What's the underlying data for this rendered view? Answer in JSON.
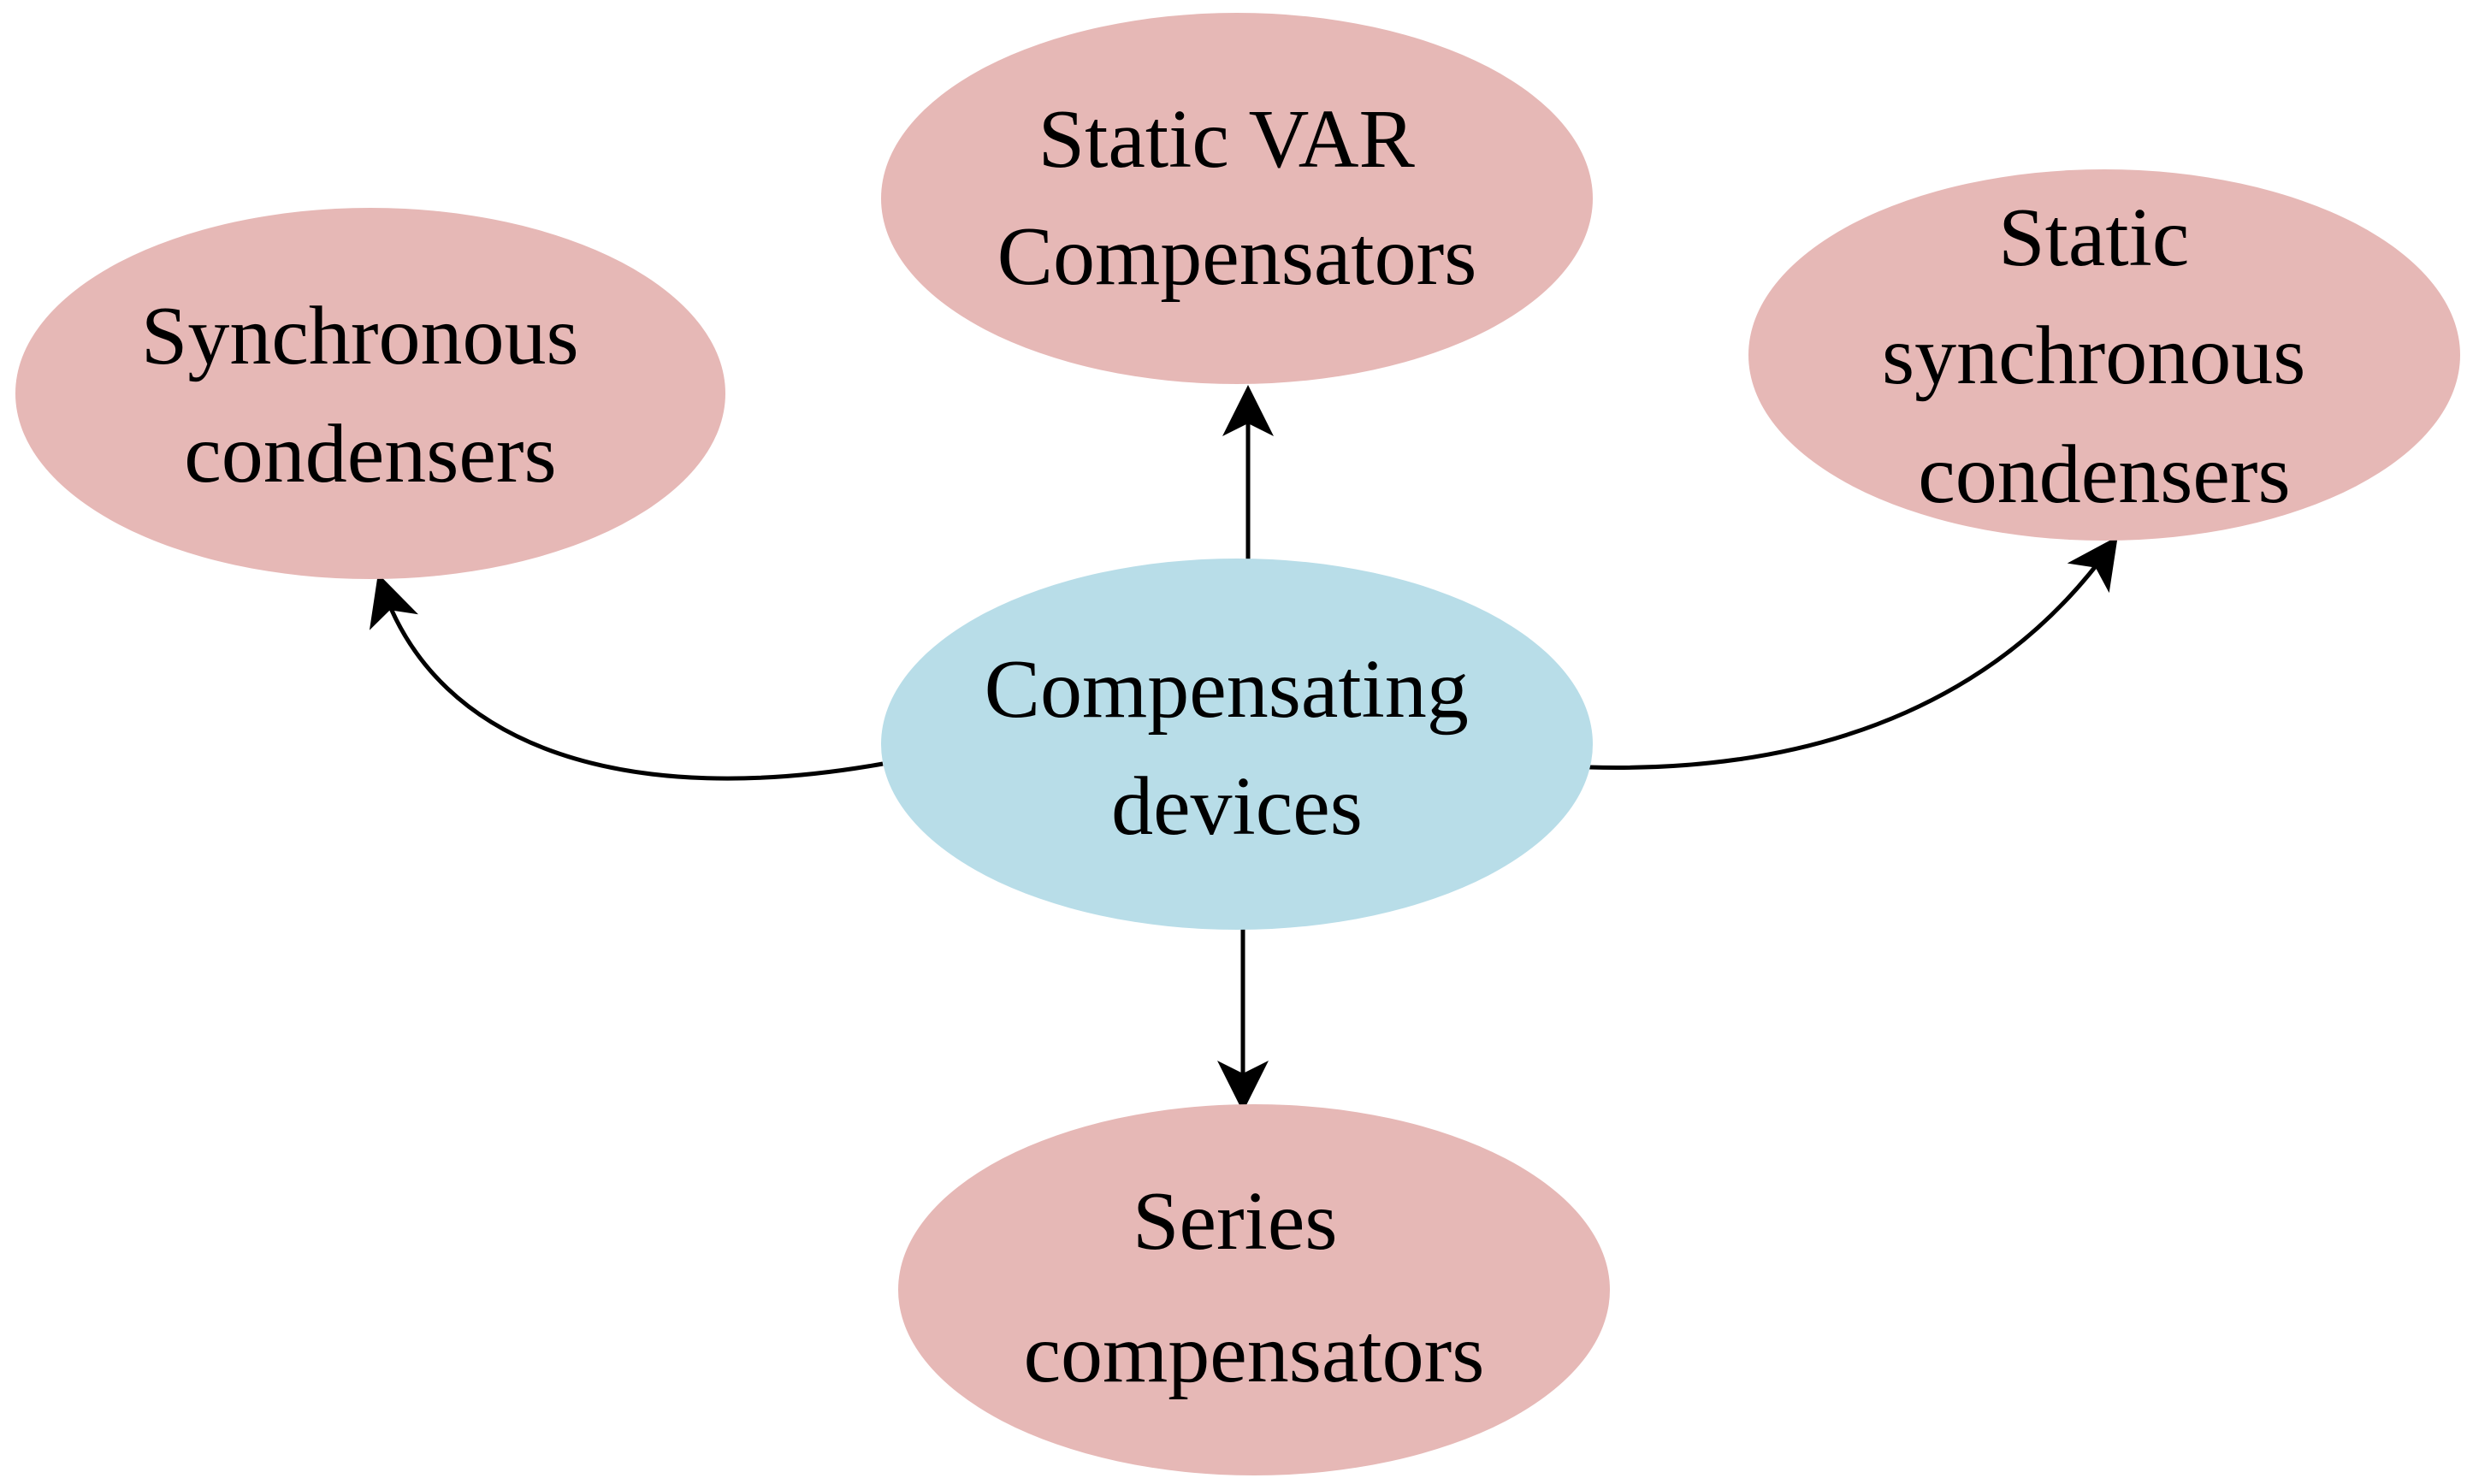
{
  "colors": {
    "center_fill": "#b8dde8",
    "outer_fill": "#e6b8b6",
    "line": "#000000"
  },
  "nodes": {
    "center": {
      "lines": [
        "Compensating",
        "devices"
      ]
    },
    "top": {
      "lines": [
        "Static VAR",
        "Compensators"
      ]
    },
    "left": {
      "lines": [
        "Synchronous",
        "condensers"
      ]
    },
    "right": {
      "lines": [
        "Static",
        "synchronous",
        "condensers"
      ]
    },
    "bottom": {
      "lines": [
        "Series",
        "compensators"
      ]
    }
  }
}
